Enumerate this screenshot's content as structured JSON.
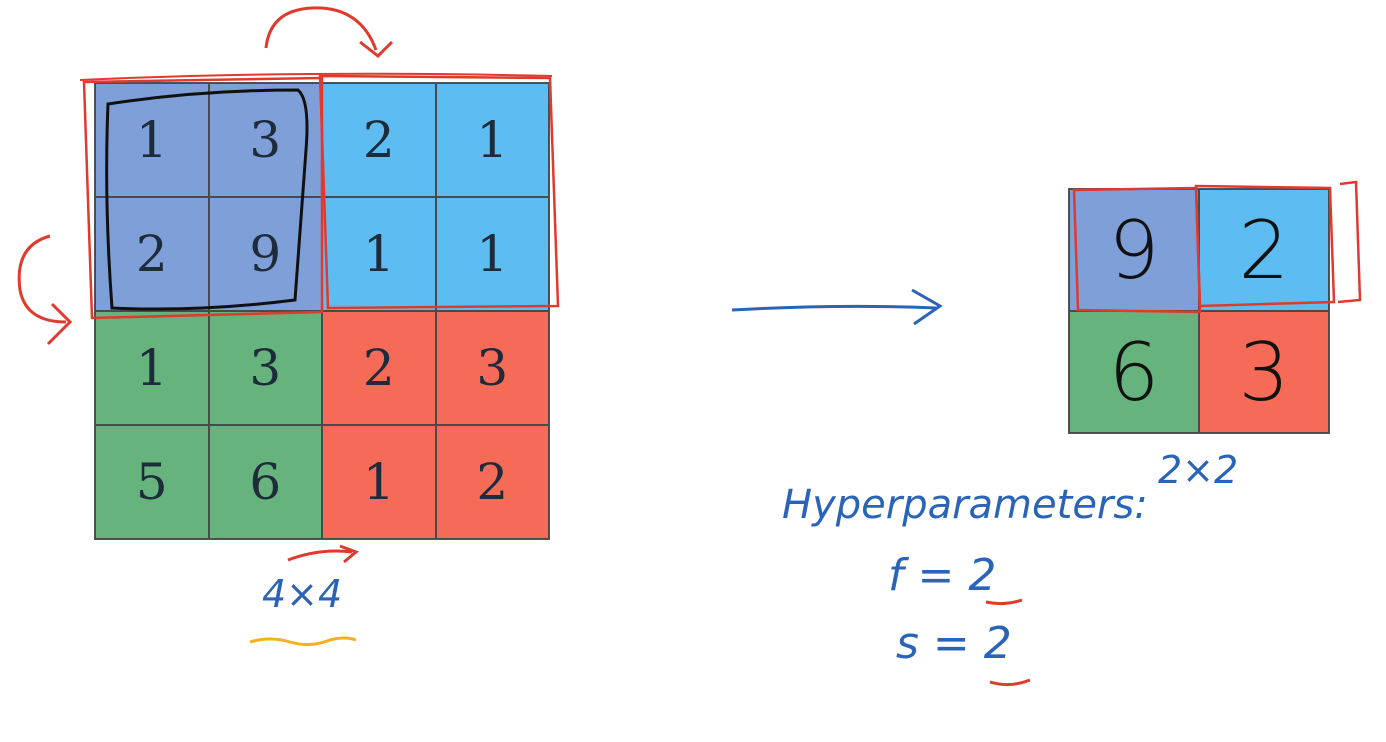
{
  "input_grid": {
    "rows": [
      [
        "1",
        "3",
        "2",
        "1"
      ],
      [
        "2",
        "9",
        "1",
        "1"
      ],
      [
        "1",
        "3",
        "2",
        "3"
      ],
      [
        "5",
        "6",
        "1",
        "2"
      ]
    ],
    "label": "4×4"
  },
  "output_grid": {
    "rows": [
      [
        "9",
        "2"
      ],
      [
        "6",
        "3"
      ]
    ],
    "label": "2×2"
  },
  "hyperparameters": {
    "title": "Hyperparameters:",
    "f": "f = 2",
    "s": "s = 2"
  },
  "colors": {
    "top_left": "#7f9fd9",
    "top_right": "#5dbdf2",
    "bottom_left": "#66b37e",
    "bottom_right": "#f66a58",
    "pen_red": "#e03a2e",
    "pen_blue": "#2a64b8",
    "pen_black": "#111111",
    "underline_yellow": "#f2b21c"
  }
}
